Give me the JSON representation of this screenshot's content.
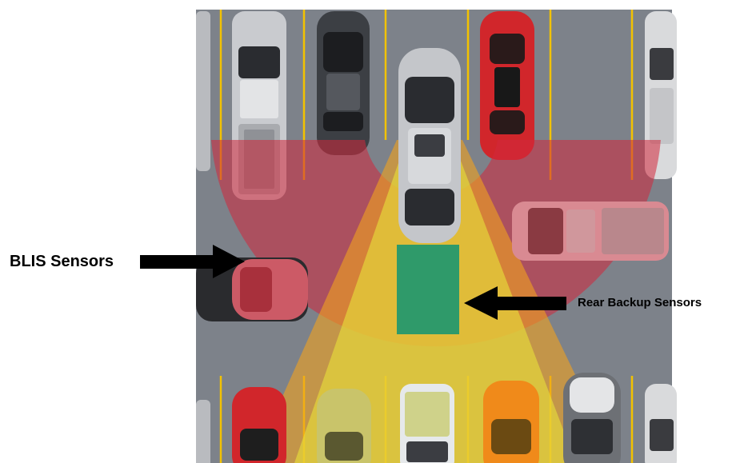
{
  "labels": {
    "blis": "BLIS Sensors",
    "rear": "Rear Backup Sensors"
  },
  "colors": {
    "asphalt": "#7d828a",
    "lane_line": "#f2c200",
    "blis_zone": "#d2283c",
    "rear_cone_outer": "#f2a21e",
    "rear_cone_inner": "#e6dc3a",
    "backup_box": "#2f9a6a",
    "arrow": "#000000"
  },
  "vehicles": [
    {
      "kind": "pickup",
      "color": "#c9cbcf",
      "row": "top"
    },
    {
      "kind": "sedan",
      "color": "#3c3f44",
      "row": "top"
    },
    {
      "kind": "suv-subject",
      "color": "#c4c6ca",
      "row": "center"
    },
    {
      "kind": "sedan",
      "color": "#d1262b",
      "row": "top"
    },
    {
      "kind": "suv",
      "color": "#d9dadc",
      "row": "top"
    },
    {
      "kind": "pickup",
      "color": "#c9cbcf",
      "row": "right"
    },
    {
      "kind": "car",
      "color": "#2a2b2e",
      "row": "left"
    },
    {
      "kind": "sedan",
      "color": "#d1262b",
      "row": "bottom"
    },
    {
      "kind": "pickup",
      "color": "#e6e9eb",
      "row": "bottom"
    },
    {
      "kind": "sedan",
      "color": "#f08a1a",
      "row": "bottom"
    },
    {
      "kind": "sedan",
      "color": "#6d7075",
      "row": "bottom"
    },
    {
      "kind": "suv",
      "color": "#d9dadc",
      "row": "bottom"
    }
  ]
}
